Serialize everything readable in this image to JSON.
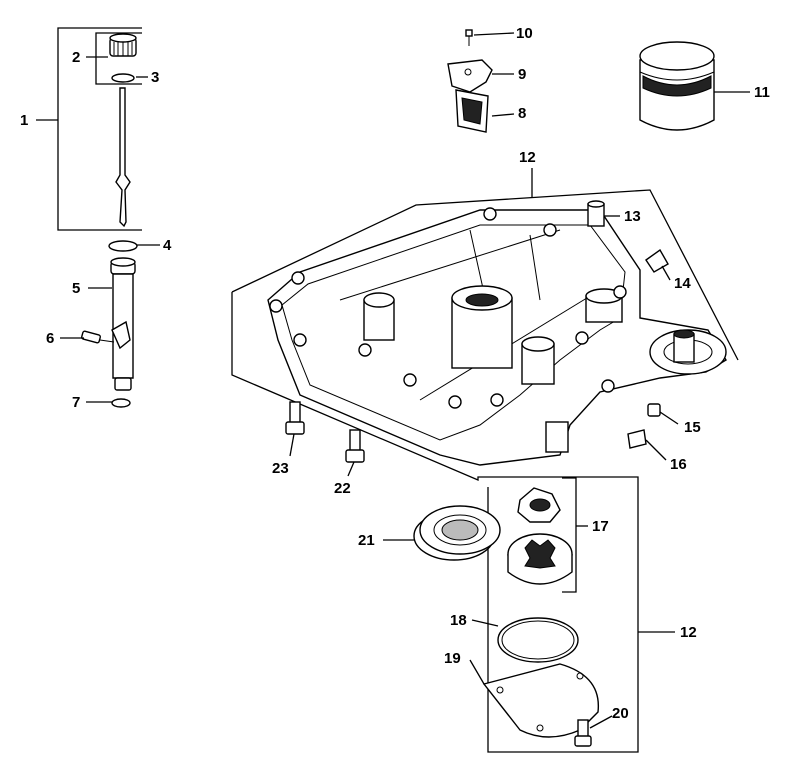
{
  "labels": {
    "l1": "1",
    "l2": "2",
    "l3": "3",
    "l4": "4",
    "l5": "5",
    "l6": "6",
    "l7": "7",
    "l8": "8",
    "l9": "9",
    "l10": "10",
    "l11": "11",
    "l12a": "12",
    "l12b": "12",
    "l13": "13",
    "l14": "14",
    "l15": "15",
    "l16": "16",
    "l17": "17",
    "l18": "18",
    "l19": "19",
    "l20": "20",
    "l21": "21",
    "l22": "22",
    "l23": "23"
  }
}
